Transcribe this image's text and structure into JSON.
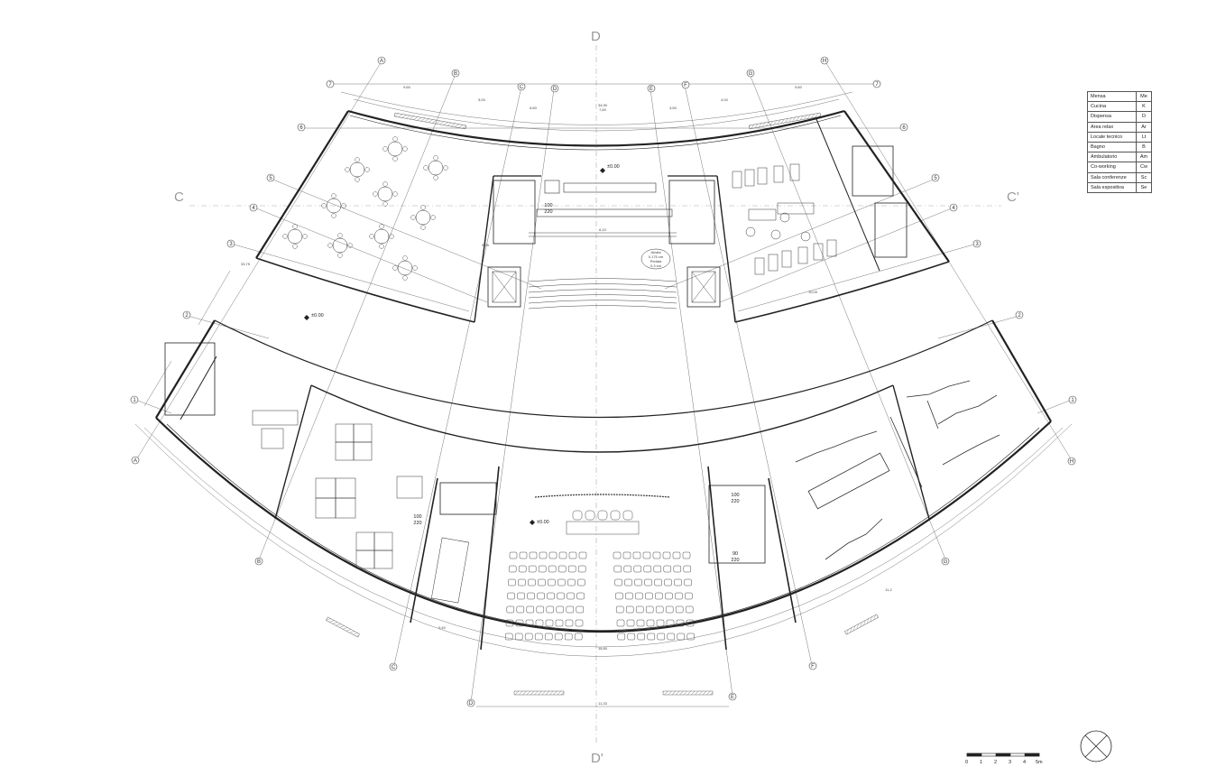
{
  "sections": {
    "top": "D",
    "bottom": "D'",
    "left": "C",
    "right": "C'"
  },
  "axes": {
    "letters": [
      "A",
      "B",
      "C",
      "D",
      "E",
      "F",
      "G",
      "H"
    ],
    "numbers": [
      "1",
      "2",
      "3",
      "4",
      "5",
      "6",
      "7"
    ]
  },
  "legend": [
    {
      "name": "Mensa",
      "code": "Me"
    },
    {
      "name": "Cucina",
      "code": "K"
    },
    {
      "name": "Dispensa",
      "code": "D"
    },
    {
      "name": "Area relax",
      "code": "Ar"
    },
    {
      "name": "Locale tecnico",
      "code": "Lt"
    },
    {
      "name": "Bagno",
      "code": "B"
    },
    {
      "name": "Ambulatorio",
      "code": "Am"
    },
    {
      "name": "Co-working",
      "code": "Cw"
    },
    {
      "name": "Sala conferenze",
      "code": "Sc"
    },
    {
      "name": "Sala espositiva",
      "code": "Se"
    }
  ],
  "levels": {
    "top": "±0.00",
    "middle_left": "±0.00",
    "conference": "±0.00"
  },
  "door_labels": [
    {
      "w": "100",
      "h": "220"
    },
    {
      "w": "100",
      "h": "220"
    },
    {
      "w": "90",
      "h": "220"
    },
    {
      "w": "100",
      "h": "220"
    }
  ],
  "auditorium_note": [
    "Alzata",
    "0,175 cm",
    "Pedata",
    "0,3 cm"
  ],
  "dimensions": {
    "top_arc": [
      "9,60",
      "5,00",
      "5,60",
      "34,90",
      "7,60",
      "3,50",
      "4,00",
      "9,60"
    ],
    "side": [
      "33,75",
      "9,35",
      "6,10"
    ],
    "bottom": [
      "16,80",
      "11,33",
      "9,40",
      "11,2",
      "10,00"
    ]
  },
  "scale_bar": [
    "0",
    "1",
    "2",
    "3",
    "4",
    "5m"
  ],
  "colors": {
    "line": "#222222",
    "grid": "#777777",
    "section": "#aaaaaa"
  },
  "icons": [
    "north-arrow-icon",
    "level-marker-icon",
    "axis-bubble-icon"
  ]
}
